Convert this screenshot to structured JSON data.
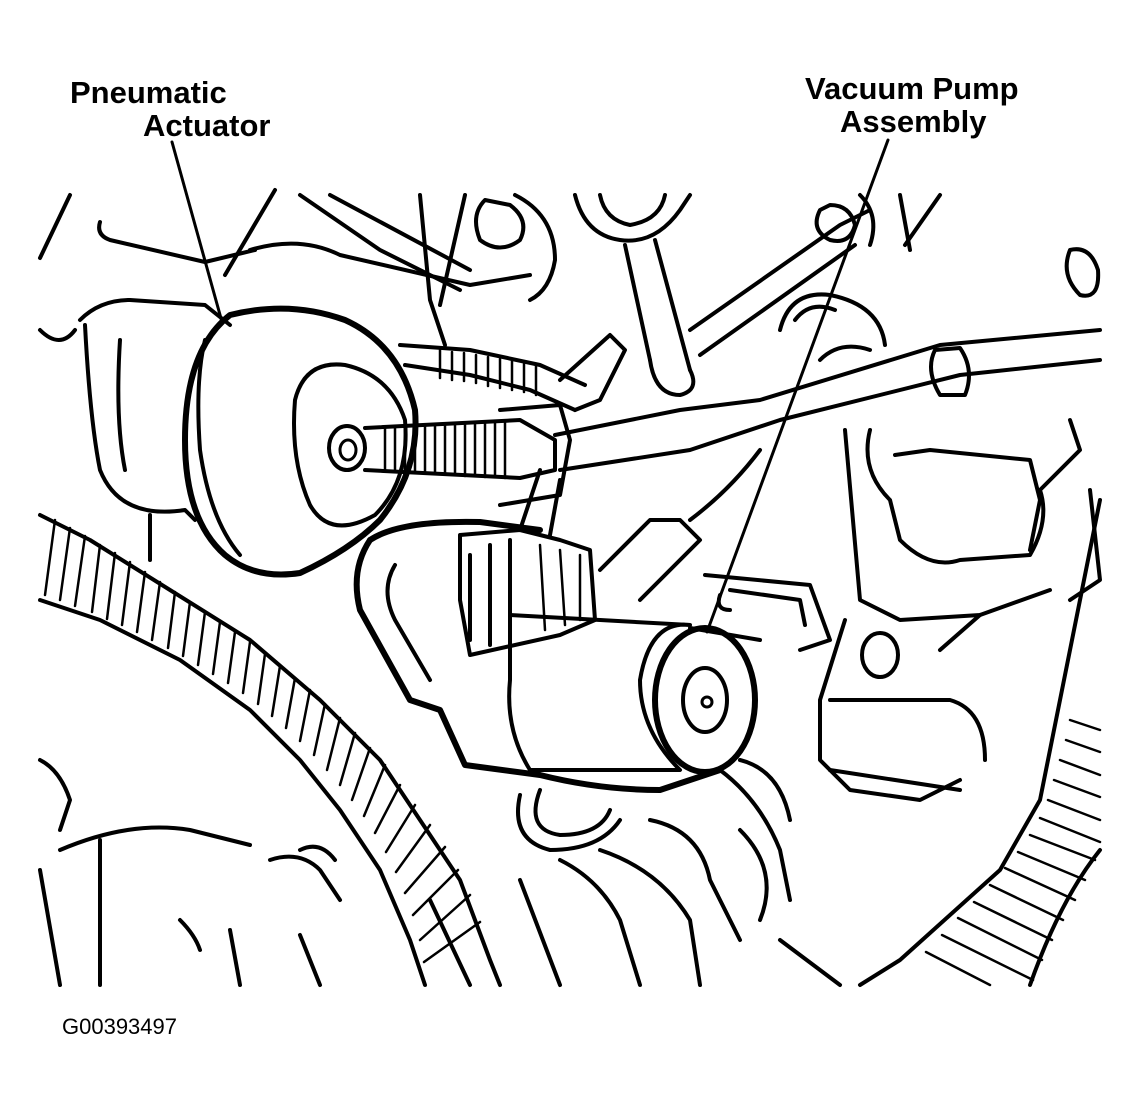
{
  "labels": {
    "pneumatic_actuator": [
      "Pneumatic",
      "Actuator"
    ],
    "vacuum_pump_assembly": [
      "Vacuum Pump",
      "Assembly"
    ]
  },
  "figure_id": "G00393497",
  "colors": {
    "line": "#000000",
    "background": "#ffffff"
  }
}
